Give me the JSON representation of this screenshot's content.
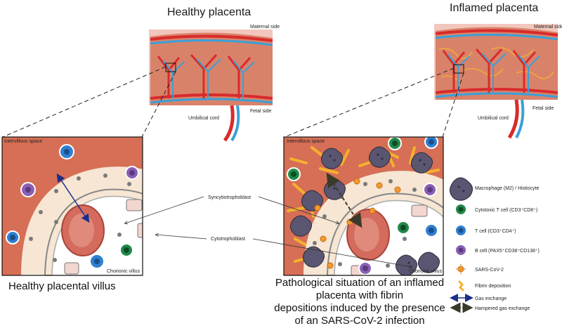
{
  "titles": {
    "healthy": "Healthy placenta",
    "inflamed": "Inflamed placenta"
  },
  "placenta_labels": {
    "maternal_side": "Maternal side",
    "fetal_side": "Fetal side",
    "umbilical_cord": "Umbilical cord"
  },
  "villus_labels": {
    "intervillous_space": "Intervillous space",
    "chorionic_villus": "Chorionic villus"
  },
  "center_labels": {
    "syncytiotrophoblast": "Syncytiotrophoblast",
    "cytotrophoblast": "Cytotrophoblast"
  },
  "captions": {
    "healthy_villus": "Healthy placental villus",
    "inflamed_lines": [
      "Pathological situation of an inflamed",
      "placenta with fibrin",
      "depositions induced by the presence",
      "of an  SARS-CoV-2 infection"
    ]
  },
  "legend": [
    {
      "icon": "macrophage-icon",
      "label": "Macrophage (M2) / Histiocyte"
    },
    {
      "icon": "cytotoxic-t-cell-icon",
      "label": "Cytotoxic T cell (CD3⁺CD8⁺)"
    },
    {
      "icon": "t-cell-icon",
      "label": "T cell (CD3⁺CD4⁺)"
    },
    {
      "icon": "b-cell-icon",
      "label": "B cell (PAX5⁺CD38⁺CD138⁺)"
    },
    {
      "icon": "sars-cov-2-icon",
      "label": "SARS-CoV-2"
    },
    {
      "icon": "fibrin-icon",
      "label": "Fibrin deposition"
    },
    {
      "icon": "gas-exchange-arrow-icon",
      "label": "Gas exchange"
    },
    {
      "icon": "hampered-gas-exchange-arrow-icon",
      "label": "Hampered gas exchange"
    }
  ],
  "colors": {
    "maternal_tissue": "#d9826a",
    "intervillous": "#d66f55",
    "villus_outer": "#f6e6d3",
    "villus_inner": "#d46b5c",
    "artery": "#d92b2b",
    "vein": "#3aa0d8",
    "fibrin": "#f5b02e",
    "macrophage": "#5a5570",
    "cytotoxic": "#1f8a4a",
    "t_cell": "#2f7fd1",
    "b_cell": "#8a5fb5",
    "virus": "#f29a2e",
    "gas_arrow": "#1b2f8a",
    "hampered_arrow": "#3a3a2a"
  }
}
